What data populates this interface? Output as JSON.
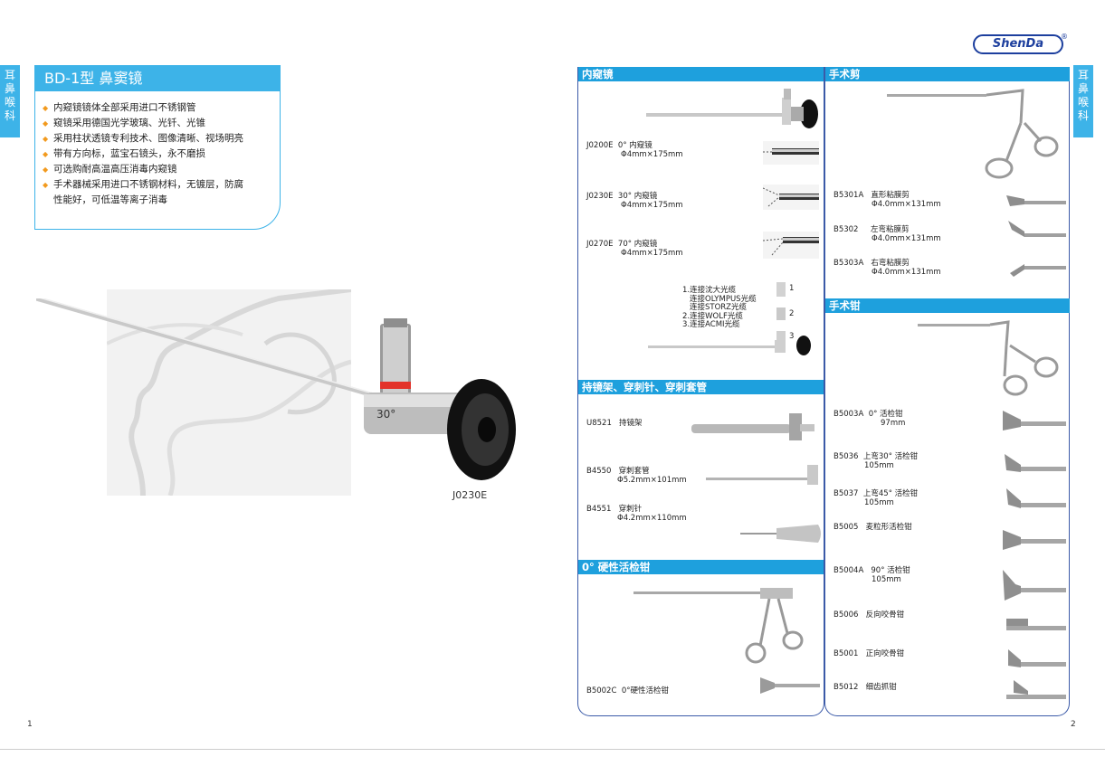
{
  "side_tab": [
    "耳",
    "鼻",
    "喉",
    "科"
  ],
  "header": {
    "title": "BD-1型  鼻窦镜",
    "bullets": [
      "内窥镜镜体全部采用进口不锈钢管",
      "窥镜采用德国光学玻璃、光钎、光锥",
      "采用柱状透镜专利技术、图像清晰、视场明亮",
      "带有方向标，蓝宝石镜头，永不磨损",
      "可选购耐高温高压消毒内窥镜",
      "手术器械采用进口不锈钢材料，无镀层，防腐",
      "性能好，可低温等离子消毒"
    ]
  },
  "hero": {
    "caption": "J0230E",
    "angle_label": "30°"
  },
  "pages": {
    "left": "1",
    "right": "2"
  },
  "logo": {
    "text": "ShenDa",
    "mark": "®"
  },
  "sections": {
    "endoscope": {
      "title": "内窥镜",
      "items": [
        {
          "code": "J0200E",
          "name": "0°  内窥镜",
          "spec": "Φ4mm×175mm"
        },
        {
          "code": "J0230E",
          "name": "30°  内窥镜",
          "spec": "Φ4mm×175mm"
        },
        {
          "code": "J0270E",
          "name": "70°  内窥镜",
          "spec": "Φ4mm×175mm"
        }
      ],
      "connectors": [
        "1.连接沈大光缆",
        "连接OLYMPUS光缆",
        "连接STORZ光缆",
        "2.连接WOLF光缆",
        "3.连接ACMI光缆"
      ],
      "connector_nums": [
        "1",
        "2",
        "3"
      ]
    },
    "holder": {
      "title": "持镜架、穿刺针、穿刺套管",
      "items": [
        {
          "code": "U8521",
          "name": "持镜架",
          "spec": ""
        },
        {
          "code": "B4550",
          "name": "穿刺套管",
          "spec": "Φ5.2mm×101mm"
        },
        {
          "code": "B4551",
          "name": "穿刺针",
          "spec": "Φ4.2mm×110mm"
        }
      ]
    },
    "rigid": {
      "title": "0° 硬性活检钳",
      "items": [
        {
          "code": "B5002C",
          "name": "0°硬性活检钳"
        }
      ]
    },
    "scissors": {
      "title": "手术剪",
      "items": [
        {
          "code": "B5301A",
          "name": "直形粘膜剪",
          "spec": "Φ4.0mm×131mm"
        },
        {
          "code": "B5302",
          "name": "左弯粘膜剪",
          "spec": "Φ4.0mm×131mm"
        },
        {
          "code": "B5303A",
          "name": "右弯粘膜剪",
          "spec": "Φ4.0mm×131mm"
        }
      ]
    },
    "forceps": {
      "title": "手术钳",
      "items": [
        {
          "code": "B5003A",
          "name": "0° 活检钳",
          "spec": "97mm"
        },
        {
          "code": "B5036",
          "name": "上弯30° 活检钳",
          "spec": "105mm"
        },
        {
          "code": "B5037",
          "name": "上弯45° 活检钳",
          "spec": "105mm"
        },
        {
          "code": "B5005",
          "name": "麦粒形活检钳",
          "spec": ""
        },
        {
          "code": "B5004A",
          "name": "90° 活检钳",
          "spec": "105mm"
        },
        {
          "code": "B5006",
          "name": "反向咬骨钳",
          "spec": ""
        },
        {
          "code": "B5001",
          "name": "正向咬骨钳",
          "spec": ""
        },
        {
          "code": "B5012",
          "name": "细齿抓钳",
          "spec": ""
        }
      ]
    }
  }
}
